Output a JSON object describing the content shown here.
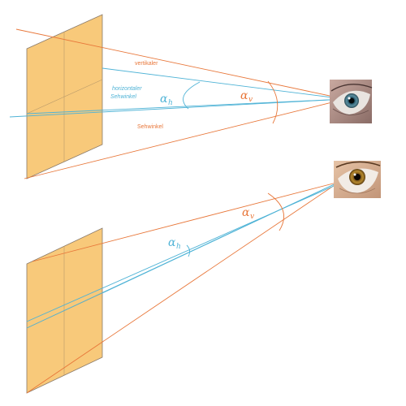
{
  "colors": {
    "orange": "#e8773a",
    "blue": "#4fb3d6",
    "panel": "#f8c97a",
    "panel_edge": "#8a7a6a"
  },
  "labels": {
    "vertical_1": "vertikaler",
    "horizontal_1": "horizontaler",
    "horizontal_2": "Sehwinkel",
    "vertical_2": "Sehwinkel",
    "alpha_symbol": "α",
    "sub_h": "h",
    "sub_v": "v"
  },
  "icons": {
    "eye_top": "eye-photo-icon",
    "eye_bottom": "eye-photo-icon"
  }
}
